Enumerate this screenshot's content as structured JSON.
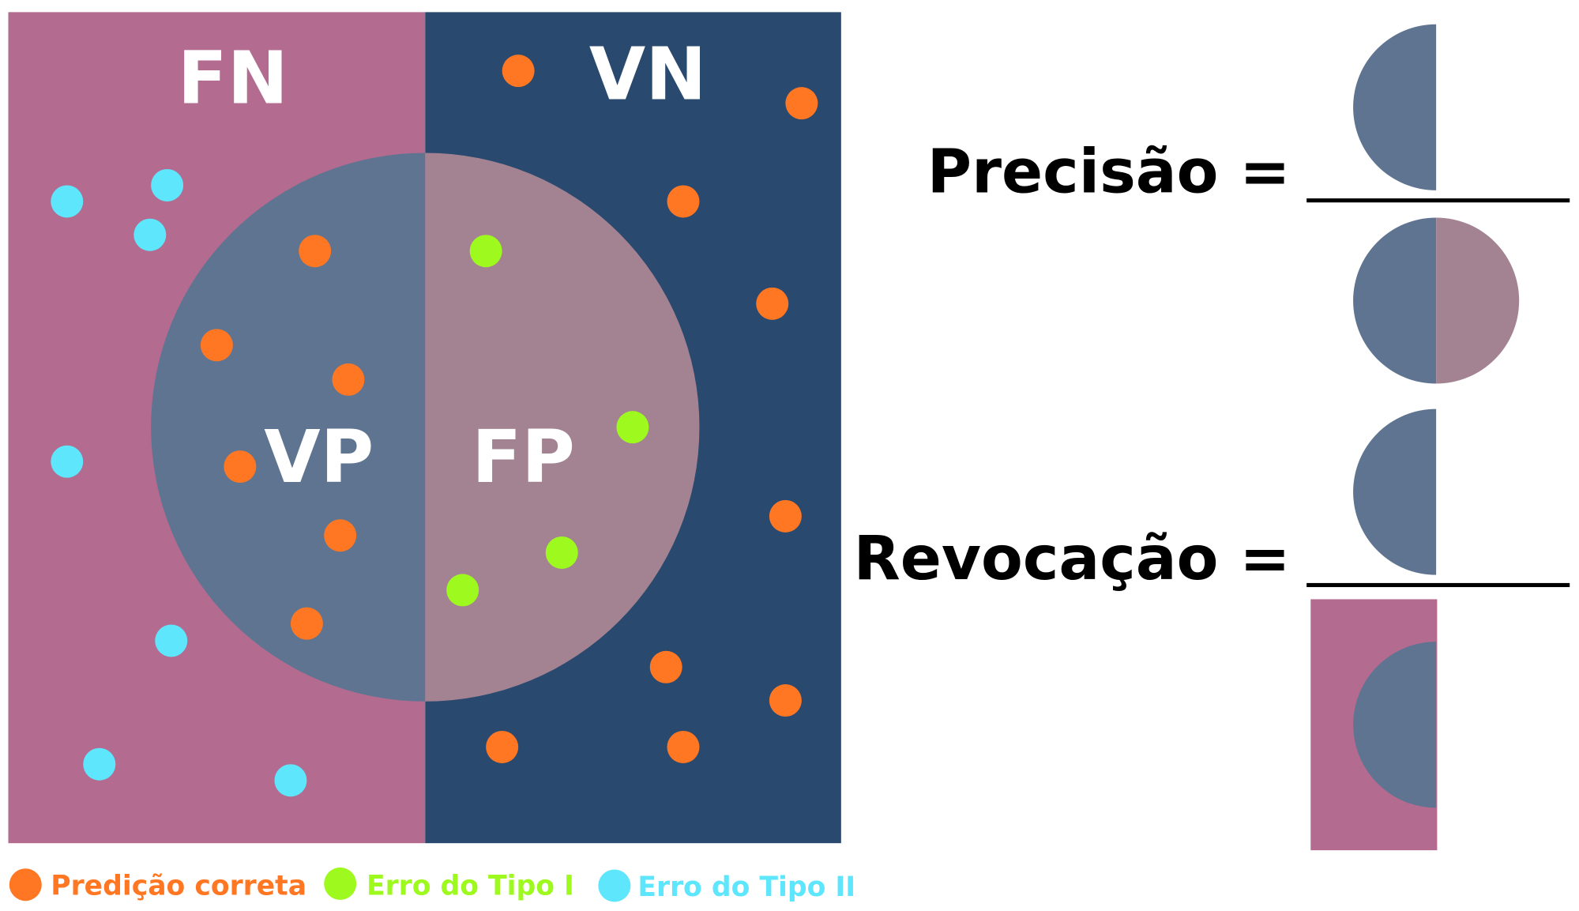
{
  "regions": {
    "fn": "FN",
    "vn": "VN",
    "vp": "VP",
    "fp": "FP"
  },
  "formulas": {
    "precision": "Precisão =",
    "recall": "Revocação ="
  },
  "legend": [
    {
      "label": "Predição correta",
      "color": "#FF7722"
    },
    {
      "label": "Erro do Tipo I",
      "color": "#9EF91F"
    },
    {
      "label": "Erro do Tipo II",
      "color": "#5EE6FD"
    }
  ],
  "colors": {
    "false_negative": "#B36C90",
    "true_negative": "#29496F",
    "true_positive": "#5E7491",
    "false_positive": "#A38391",
    "correct": "#FF7722",
    "type1": "#9EF91F",
    "type2": "#5EE6FD"
  }
}
